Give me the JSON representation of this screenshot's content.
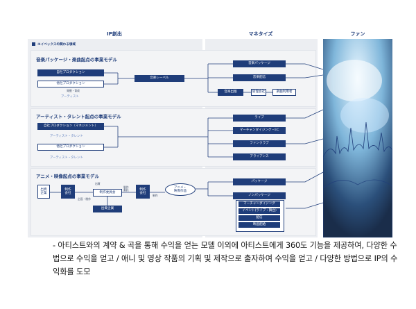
{
  "columns": {
    "ip": "IP創出",
    "monetize": "マネタイズ",
    "fan": "ファン"
  },
  "legend": "エイベックスの関わる領域",
  "music": {
    "title": "音楽パッケージ・楽曲起点の事業モデル",
    "own_production": "自社プロダクション",
    "other_production": "他社プロダクション",
    "discover_note": "発掘・育成",
    "artist": "アーティスト",
    "label": "音楽レーベル",
    "package": "音楽パッケージ",
    "distribution": "音楽配信",
    "publishing": "音楽出版",
    "copyright_org": "管理会社",
    "user": "楽曲利用者"
  },
  "talent": {
    "title": "アーティスト・タレント起点の事業モデル",
    "own_production": "自社プロダクション（マネジメント）",
    "artist_talent_1": "アーティスト・タレント",
    "other_production": "他社プロダクション",
    "artist_talent_2": "アーティスト・タレント",
    "live": "ライブ",
    "merch": "マーチャンダイジング・EC",
    "fanclub": "ファンクラブ",
    "alliance": "アライアンス"
  },
  "anime": {
    "title": "アニメ・映像起点の事業モデル",
    "investor": "出資\n企業",
    "producer": "制作\n会社",
    "plan_note": "企画・制作",
    "committee": "制作委員会",
    "invest_note": "出資",
    "invest2_note": "制作\n委託",
    "production": "制作\n会社",
    "producer_note": "制作",
    "work": "アニメ・\n映像作品",
    "invest_company": "出資企業",
    "package": "パッケージ",
    "non_package": "ノンパッケージ",
    "sub_items": [
      "マーチャンダイジング",
      "イベント(ライブ・舞台)",
      "配信",
      "映画配給"
    ]
  },
  "caption": "- 아티스트와의 계약 & 곡을 통해 수익을 얻는 모델 이외에 아티스트에게 360도 기능을 제공하여, 다양한 수법으로 수익을 얻고 / 애니 및 영상 작품의 기획 및 제작으로 출자하여 수익을 얻고 / 다양한 방법으로 IP의 수익화를 도모",
  "colors": {
    "navy": "#1f3d7a",
    "panel": "#eceef2",
    "section": "#f3f4f6"
  }
}
